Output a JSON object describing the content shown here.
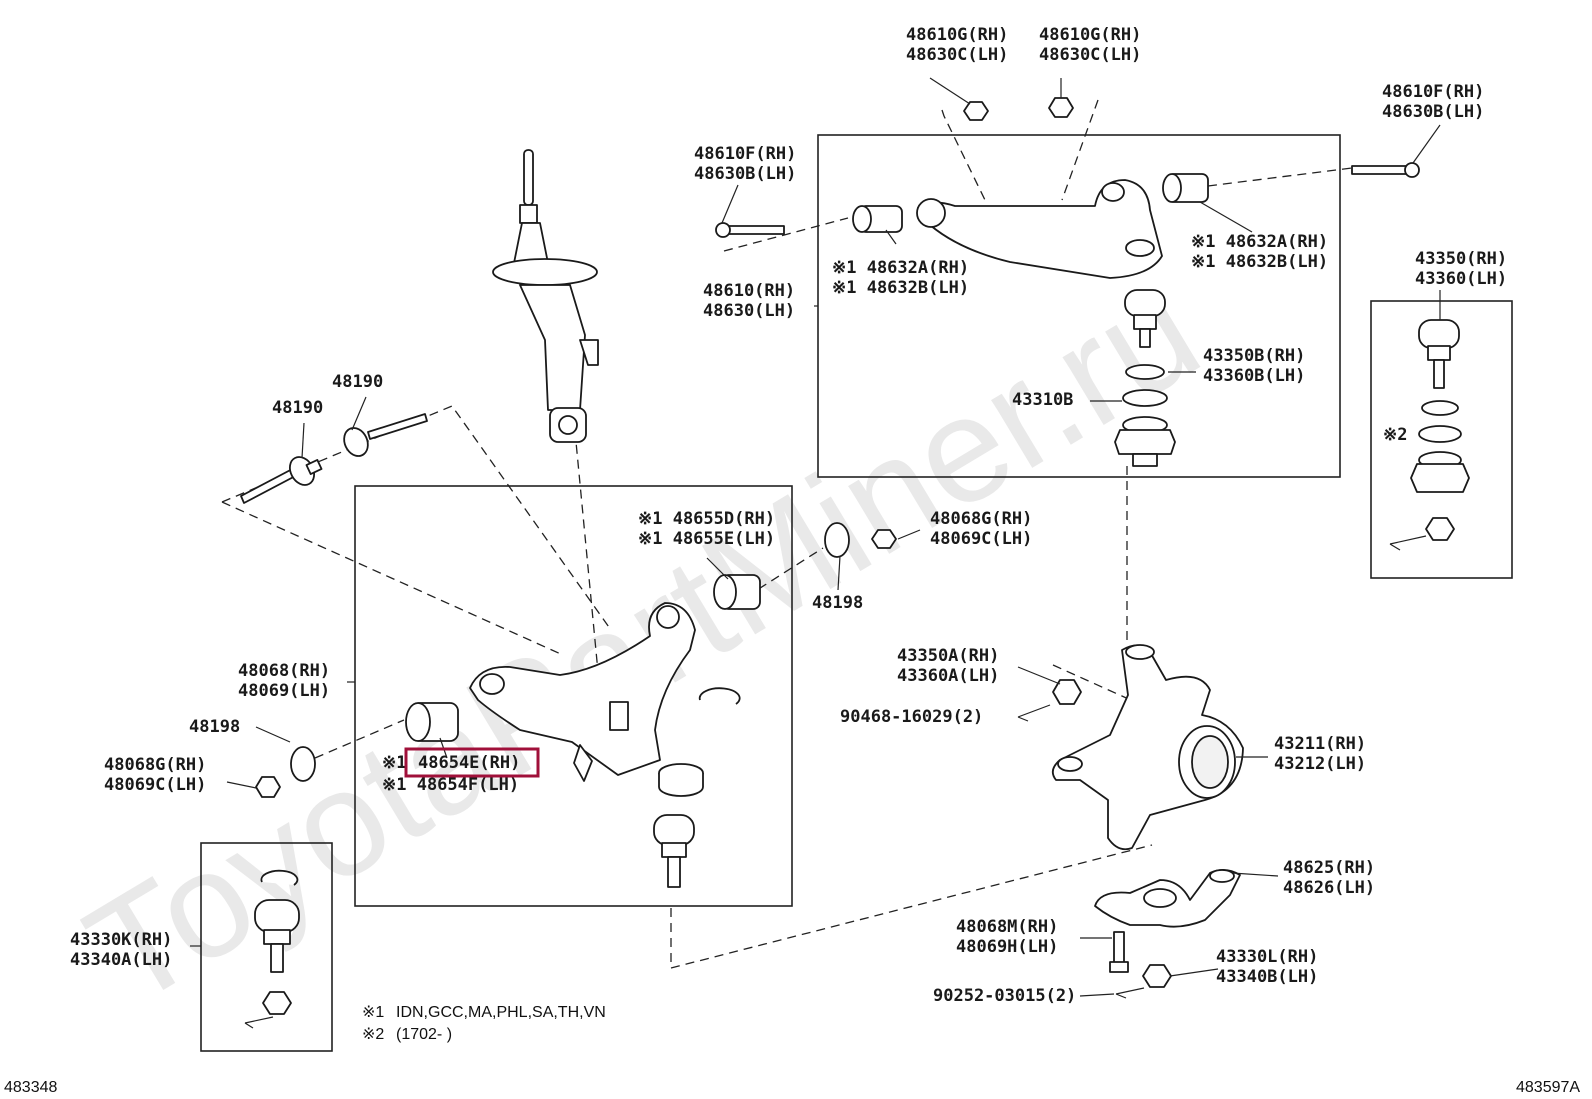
{
  "watermark": "ToyotaPartMiner.ru",
  "labels": {
    "upper_nut_a_rh": "48610G(RH)",
    "upper_nut_a_lh": "48630C(LH)",
    "upper_nut_b_rh": "48610G(RH)",
    "upper_nut_b_lh": "48630C(LH)",
    "upper_bolt_r_rh": "48610F(RH)",
    "upper_bolt_r_lh": "48630B(LH)",
    "upper_bolt_l_rh": "48610F(RH)",
    "upper_bolt_l_lh": "48630B(LH)",
    "upper_bushing_l_rh": "※1 48632A(RH)",
    "upper_bushing_l_lh": "※1 48632B(LH)",
    "upper_bushing_r_rh": "※1 48632A(RH)",
    "upper_bushing_r_lh": "※1 48632B(LH)",
    "upper_arm_rh": "48610(RH)",
    "upper_arm_lh": "48630(LH)",
    "upper_balljoint_rh": "43350B(RH)",
    "upper_balljoint_lh": "43360B(LH)",
    "upper_boot": "43310B",
    "side_balljoint_rh": "43350(RH)",
    "side_balljoint_lh": "43360(LH)",
    "side_note2": "※2",
    "cam_bolt_a": "48190",
    "cam_bolt_b": "48190",
    "lower_bushing_d_rh": "※1 48655D(RH)",
    "lower_bushing_d_lh": "※1 48655E(LH)",
    "lower_nut_g_rh": "48068G(RH)",
    "lower_nut_g_lh": "48069C(LH)",
    "washer_r": "48198",
    "lower_arm_rh": "48068(RH)",
    "lower_arm_lh": "48069(LH)",
    "washer_l": "48198",
    "lower_nut_l_rh": "48068G(RH)",
    "lower_nut_l_lh": "48069C(LH)",
    "lower_bushing_e_prefix": "※1",
    "lower_bushing_e_rh": "48654E(RH)",
    "lower_bushing_e_lh": "※1 48654F(LH)",
    "knuckle_nut_rh": "43350A(RH)",
    "knuckle_nut_lh": "43360A(LH)",
    "cotter_pin_a": "90468-16029(2)",
    "knuckle_rh": "43211(RH)",
    "knuckle_lh": "43212(LH)",
    "lower_balljoint_rh": "43330K(RH)",
    "lower_balljoint_lh": "43340A(LH)",
    "arm_bracket_rh": "48625(RH)",
    "arm_bracket_lh": "48626(LH)",
    "bracket_bolt_rh": "48068M(RH)",
    "bracket_bolt_lh": "48069H(LH)",
    "bracket_nut_rh": "43330L(RH)",
    "bracket_nut_lh": "43340B(LH)",
    "cotter_pin_b": "90252-03015(2)"
  },
  "notes": {
    "note1_mark": "※1",
    "note1_text": "IDN,GCC,MA,PHL,SA,TH,VN",
    "note2_mark": "※2",
    "note2_text": "(1702-        )"
  },
  "corners": {
    "left": "483348",
    "right": "483597A"
  },
  "colors": {
    "highlight": "#a0103a",
    "line": "#1a1a1a"
  }
}
